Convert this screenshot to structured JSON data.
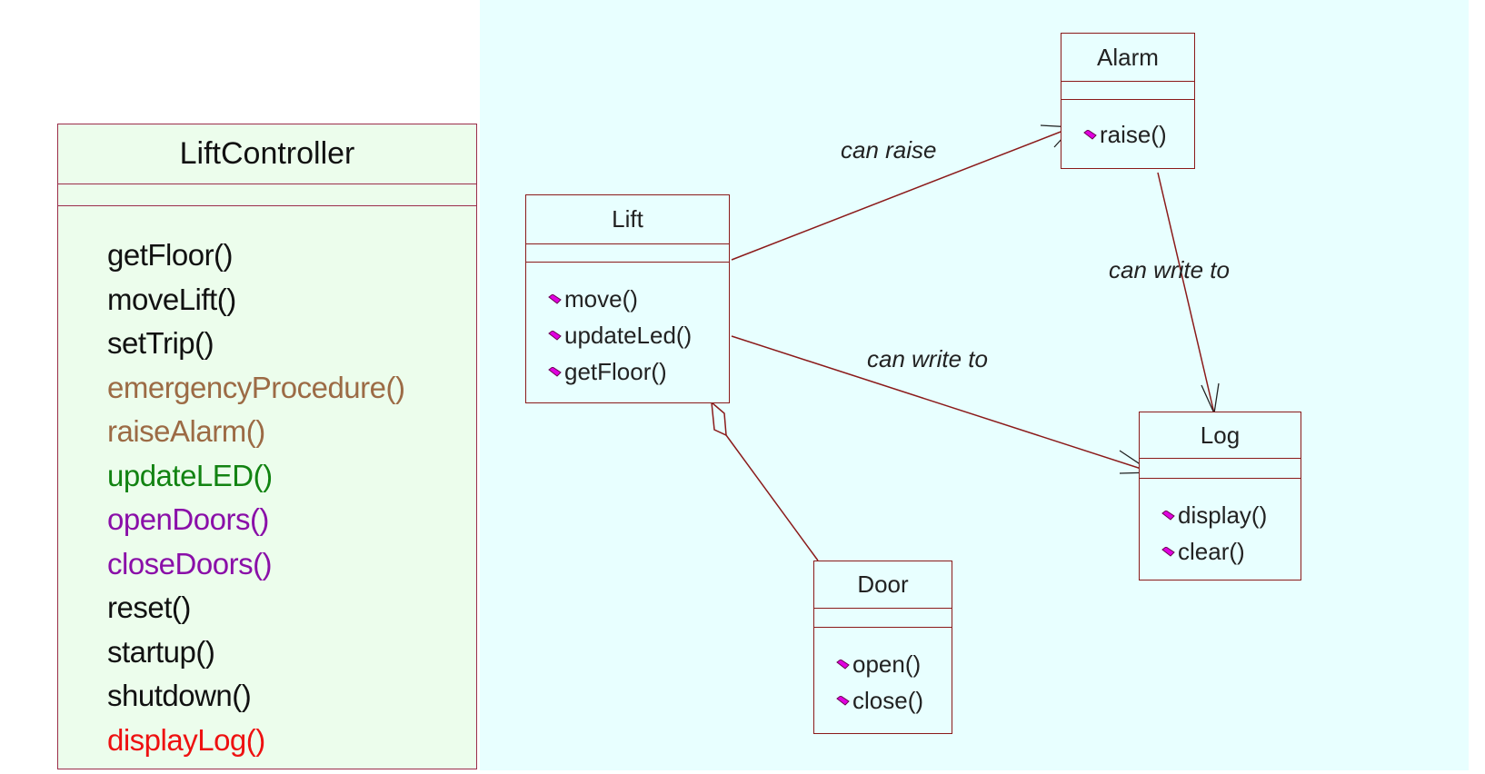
{
  "controller": {
    "name": "LiftController",
    "operations": [
      {
        "label": "getFloor()",
        "color": "#111111"
      },
      {
        "label": "moveLift()",
        "color": "#111111"
      },
      {
        "label": "setTrip()",
        "color": "#111111"
      },
      {
        "label": "emergencyProcedure()",
        "color": "#9c6b45"
      },
      {
        "label": "raiseAlarm()",
        "color": "#9c6b45"
      },
      {
        "label": "updateLED()",
        "color": "#128312"
      },
      {
        "label": "openDoors()",
        "color": "#8a0fa8"
      },
      {
        "label": "closeDoors()",
        "color": "#8a0fa8"
      },
      {
        "label": "reset()",
        "color": "#111111"
      },
      {
        "label": "startup()",
        "color": "#111111"
      },
      {
        "label": "shutdown()",
        "color": "#111111"
      },
      {
        "label": "displayLog()",
        "color": "#ee1111"
      }
    ]
  },
  "classes": {
    "lift": {
      "name": "Lift",
      "operations": [
        "move()",
        "updateLed()",
        "getFloor()"
      ]
    },
    "alarm": {
      "name": "Alarm",
      "operations": [
        "raise()"
      ]
    },
    "log": {
      "name": "Log",
      "operations": [
        "display()",
        "clear()"
      ]
    },
    "door": {
      "name": "Door",
      "operations": [
        "open()",
        "close()"
      ]
    }
  },
  "associations": [
    {
      "from": "Lift",
      "to": "Alarm",
      "label": "can raise",
      "kind": "navigable"
    },
    {
      "from": "Lift",
      "to": "Log",
      "label": "can write to",
      "kind": "navigable"
    },
    {
      "from": "Alarm",
      "to": "Log",
      "label": "can write to",
      "kind": "navigable"
    },
    {
      "from": "Lift",
      "to": "Door",
      "label": "",
      "kind": "aggregation"
    }
  ],
  "colors": {
    "line": "#8b1a1a",
    "canvas": "#e8ffff",
    "controller_fill": "#ecfdec",
    "op_icon": "#e000e0"
  }
}
